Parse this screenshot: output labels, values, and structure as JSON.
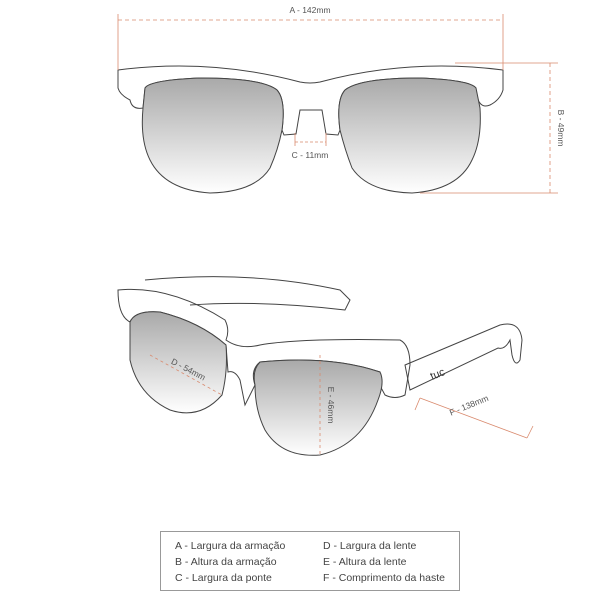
{
  "dimensions": {
    "a": "A - 142mm",
    "b": "B - 49mm",
    "c": "C - 11mm",
    "d": "D - 54mm",
    "e": "E - 46mm",
    "f": "F - 138mm"
  },
  "brand": "tuc",
  "legend": [
    "A - Largura da armação",
    "B - Altura da armação",
    "C - Largura da ponte",
    "D - Largura da lente",
    "E - Altura da lente",
    "F - Comprimento da haste"
  ],
  "colors": {
    "dimension_line": "#d98a6e",
    "outline": "#444444"
  }
}
